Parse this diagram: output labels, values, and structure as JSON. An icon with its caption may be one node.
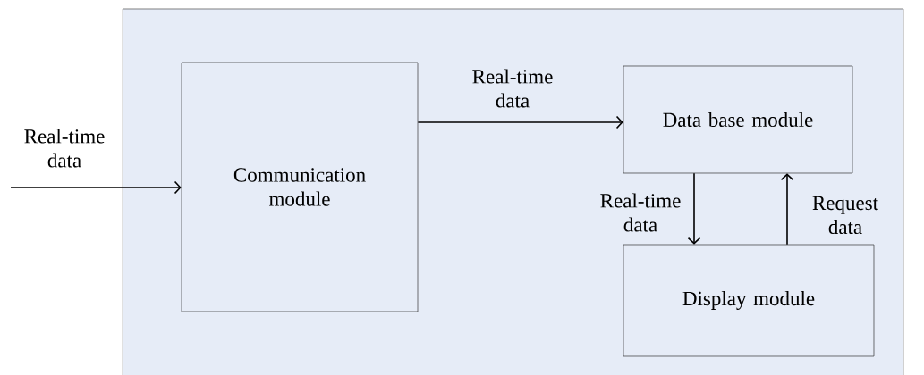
{
  "diagram": {
    "nodes": [
      {
        "text": [],
        "shape": "box"
      },
      {
        "text": [
          "Communication module"
        ],
        "in": 0
      },
      {
        "text": [
          "Data base module"
        ],
        "in": 0
      },
      {
        "text": [
          "Display module"
        ],
        "in": 0
      }
    ],
    "edges": [
      {
        "from": null,
        "to": 1,
        "arrow": "to",
        "label": "Real-time data"
      },
      {
        "from": 1,
        "to": 2,
        "arrow": "to",
        "label": "Real-time data"
      },
      {
        "from": 2,
        "to": 3,
        "arrow": "to",
        "label": "Real-time data"
      },
      {
        "from": 3,
        "to": 2,
        "arrow": "to",
        "label": "Request data"
      }
    ]
  }
}
